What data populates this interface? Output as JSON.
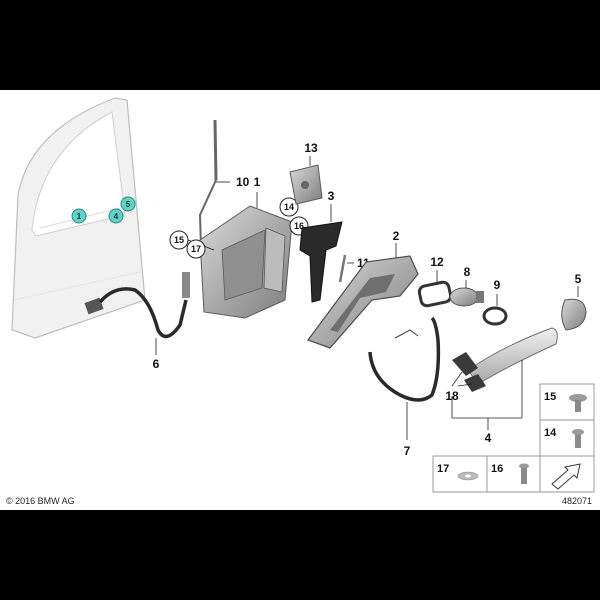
{
  "callouts": {
    "c1": "1",
    "c2": "2",
    "c3": "3",
    "c4": "4",
    "c5": "5",
    "c6": "6",
    "c7": "7",
    "c8": "8",
    "c9": "9",
    "c10": "10",
    "c11": "11",
    "c12": "12",
    "c13": "13",
    "c18": "18"
  },
  "circled": {
    "c14": "14",
    "c15": "15",
    "c16": "16",
    "c17": "17"
  },
  "door_markers": {
    "m1": "1",
    "m4": "4",
    "m5": "5"
  },
  "parts_boxes": {
    "b15": "15",
    "b14": "14",
    "b17": "17",
    "b16": "16"
  },
  "footer": {
    "copyright": "© 2016 BMW AG",
    "diagram_id": "482071"
  },
  "colors": {
    "teal_marker": "#5fd3c7",
    "part_gray": "#9a9a9a",
    "dark_part": "#2a2a2a"
  }
}
